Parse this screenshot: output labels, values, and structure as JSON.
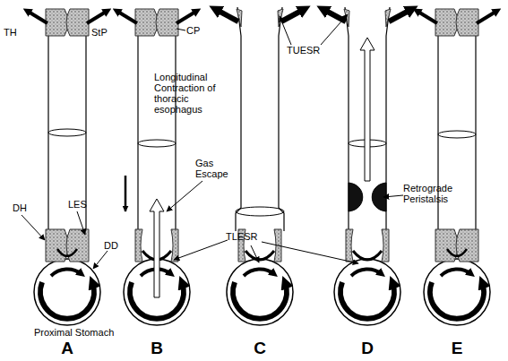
{
  "diagram": {
    "labels": [
      "TH",
      "StP",
      "CP",
      "Longitudinal Contraction of thoracic esophagus",
      "Gas Escape",
      "TUESR",
      "DH",
      "LES",
      "Retrograde Peristalsis",
      "DD",
      "TLESR",
      "Proximal Stomach",
      "A",
      "B",
      "C",
      "D",
      "E"
    ]
  }
}
